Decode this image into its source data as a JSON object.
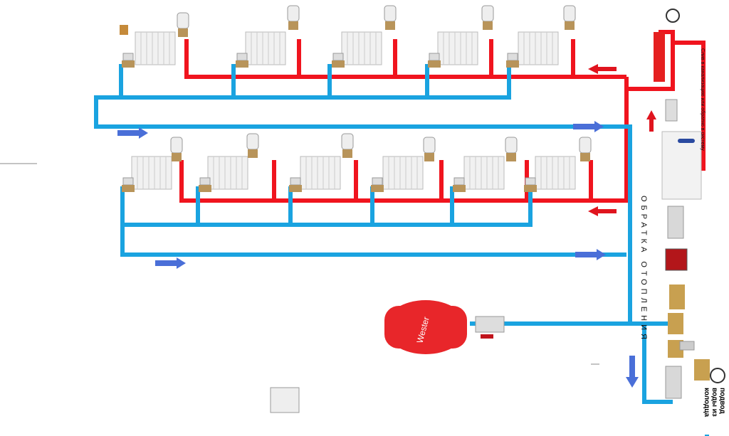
{
  "labels": {
    "drain": "Слив в канализацию или обратно в систему",
    "return": "ОБРАТКА ОТОПЛЕНИЯ",
    "water_inlet": "подвод воды из колодца",
    "tank_brand": "Wester"
  },
  "colors": {
    "supply": "#f0141e",
    "return": "#1aa3e0",
    "arrow_blue": "#4a6fd8",
    "arrow_red": "#e0141e",
    "tank": "#e8262a"
  }
}
